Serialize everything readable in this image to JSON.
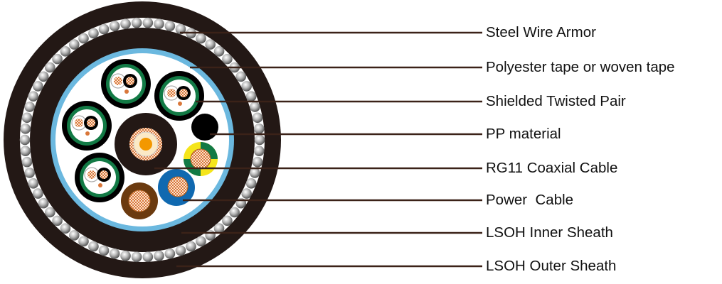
{
  "labels": [
    {
      "text": "Steel Wire Armor"
    },
    {
      "text": "Polyester tape or woven tape"
    },
    {
      "text": "Shielded Twisted Pair"
    },
    {
      "text": "PP material"
    },
    {
      "text": "RG11 Coaxial Cable"
    },
    {
      "text": "Power  Cable"
    },
    {
      "text": "LSOH Inner Sheath"
    },
    {
      "text": "LSOH Outer Sheath"
    }
  ],
  "colors": {
    "sheath": "#231815",
    "tape": "#6bb8df",
    "green": "#127a45",
    "copper": "#d9773a",
    "blue": "#1069b0",
    "brown": "#6b3a0f",
    "yellow": "#f5e51b",
    "leader": "#3b2218"
  }
}
